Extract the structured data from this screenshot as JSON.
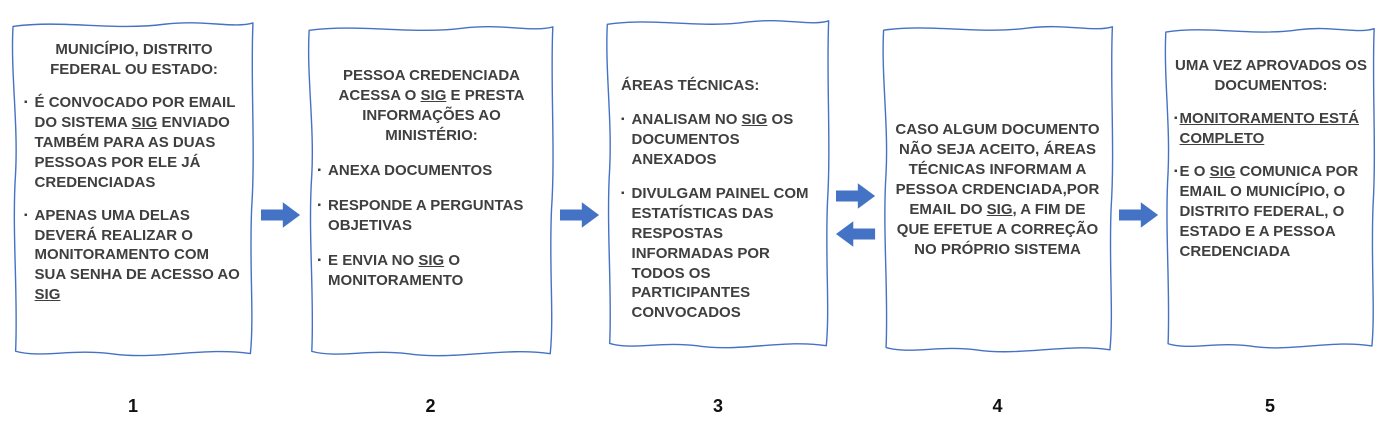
{
  "ui": {
    "bullet": "▪"
  },
  "colors": {
    "accent": "#4472C4",
    "arrow": "#4472C4",
    "text": "#3F3F3F",
    "number": "#111111",
    "background": "#FFFFFF"
  },
  "icons": {
    "connector_forward": "block-arrow-right",
    "connector_backward": "block-arrow-left",
    "bullet": "square-bullet",
    "panel_shape": "wavy-document"
  },
  "panels": [
    {
      "number": "1",
      "blocks": [
        {
          "type": "title",
          "segments": [
            {
              "t": "MUNICÍPIO, DISTRITO FEDERAL OU ESTADO:"
            }
          ]
        },
        {
          "type": "bullet",
          "segments": [
            {
              "t": "É CONVOCADO POR EMAIL DO SISTEMA "
            },
            {
              "t": "SIG",
              "u": true
            },
            {
              "t": " ENVIADO TAMBÉM PARA AS DUAS PESSOAS POR ELE JÁ CREDENCIADAS"
            }
          ]
        },
        {
          "type": "bullet",
          "segments": [
            {
              "t": "APENAS UMA DELAS DEVERÁ REALIZAR O MONITORAMENTO COM SUA SENHA DE ACESSO AO "
            },
            {
              "t": "SIG",
              "u": true
            }
          ]
        }
      ]
    },
    {
      "number": "2",
      "blocks": [
        {
          "type": "title",
          "segments": [
            {
              "t": "PESSOA CREDENCIADA ACESSA O "
            },
            {
              "t": "SIG",
              "u": true
            },
            {
              "t": " E PRESTA INFORMAÇÕES AO MINISTÉRIO:"
            }
          ]
        },
        {
          "type": "bullet",
          "segments": [
            {
              "t": "ANEXA DOCUMENTOS"
            }
          ]
        },
        {
          "type": "bullet",
          "segments": [
            {
              "t": "RESPONDE A PERGUNTAS OBJETIVAS"
            }
          ]
        },
        {
          "type": "bullet",
          "segments": [
            {
              "t": "E ENVIA NO "
            },
            {
              "t": "SIG",
              "u": true
            },
            {
              "t": " O MONITORAMENTO"
            }
          ]
        }
      ]
    },
    {
      "number": "3",
      "blocks": [
        {
          "type": "title",
          "segments": [
            {
              "t": "ÁREAS TÉCNICAS:"
            }
          ]
        },
        {
          "type": "bullet",
          "segments": [
            {
              "t": "ANALISAM NO "
            },
            {
              "t": "SIG",
              "u": true
            },
            {
              "t": " OS DOCUMENTOS ANEXADOS"
            }
          ]
        },
        {
          "type": "bullet",
          "segments": [
            {
              "t": "DIVULGAM PAINEL COM ESTATÍSTICAS DAS RESPOSTAS INFORMADAS POR TODOS OS PARTICIPANTES CONVOCADOS"
            }
          ]
        }
      ]
    },
    {
      "number": "4",
      "blocks": [
        {
          "type": "paragraph",
          "segments": [
            {
              "t": "CASO ALGUM DOCUMENTO NÃO SEJA ACEITO, ÁREAS TÉCNICAS INFORMAM A PESSOA CRDENCIADA,POR EMAIL DO "
            },
            {
              "t": "SIG",
              "u": true
            },
            {
              "t": ", A FIM DE QUE EFETUE A CORREÇÃO NO PRÓPRIO SISTEMA"
            }
          ]
        }
      ]
    },
    {
      "number": "5",
      "blocks": [
        {
          "type": "title",
          "segments": [
            {
              "t": "UMA VEZ APROVADOS OS DOCUMENTOS:"
            }
          ]
        },
        {
          "type": "bullet",
          "segments": [
            {
              "t": "MONITORAMENTO ESTÁ COMPLETO",
              "u": true
            }
          ]
        },
        {
          "type": "bullet",
          "segments": [
            {
              "t": "E O "
            },
            {
              "t": "SIG",
              "u": true
            },
            {
              "t": " COMUNICA POR EMAIL O MUNICÍPIO, O DISTRITO FEDERAL, O ESTADO E A PESSOA CREDENCIADA"
            }
          ]
        }
      ]
    }
  ],
  "connectors": [
    {
      "from": "1",
      "to": "2",
      "direction": "forward"
    },
    {
      "from": "2",
      "to": "3",
      "direction": "forward"
    },
    {
      "from": "3",
      "to": "4",
      "direction": "both"
    },
    {
      "from": "4",
      "to": "5",
      "direction": "forward"
    }
  ]
}
